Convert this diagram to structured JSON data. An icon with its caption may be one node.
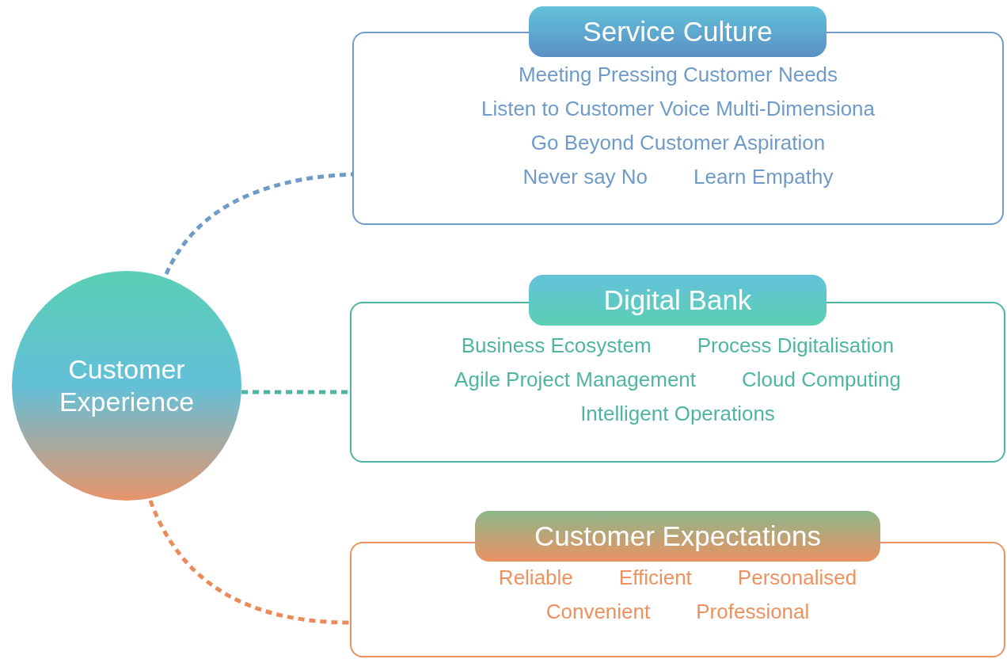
{
  "diagram": {
    "nodes": [
      {
        "text": [
          "Customer Experience"
        ]
      },
      {
        "text": [
          "Service Culture"
        ]
      },
      {
        "text": [
          "Meeting Pressing Customer Needs",
          "Listen to Customer Voice Multi-Dimensiona",
          "Go Beyond Customer Aspiration",
          "Never say No",
          "Learn Empathy"
        ]
      },
      {
        "text": [
          "Digital Bank"
        ]
      },
      {
        "text": [
          "Business Ecosystem",
          "Process Digitalisation",
          "Agile Project Management",
          "Cloud Computing",
          "Intelligent Operations"
        ]
      },
      {
        "text": [
          "Customer Expectations"
        ]
      },
      {
        "text": [
          "Reliable",
          "Efficient",
          "Personalised",
          "Convenient",
          "Professional"
        ]
      }
    ],
    "edges": [
      {
        "from": 0,
        "to": 2,
        "arrow": "none",
        "style": "dashed",
        "color": "#6e9bc8"
      },
      {
        "from": 0,
        "to": 4,
        "arrow": "none",
        "style": "dashed",
        "color": "#4db5a2"
      },
      {
        "from": 0,
        "to": 6,
        "arrow": "none",
        "style": "dashed",
        "color": "#ea8b5c"
      }
    ]
  }
}
